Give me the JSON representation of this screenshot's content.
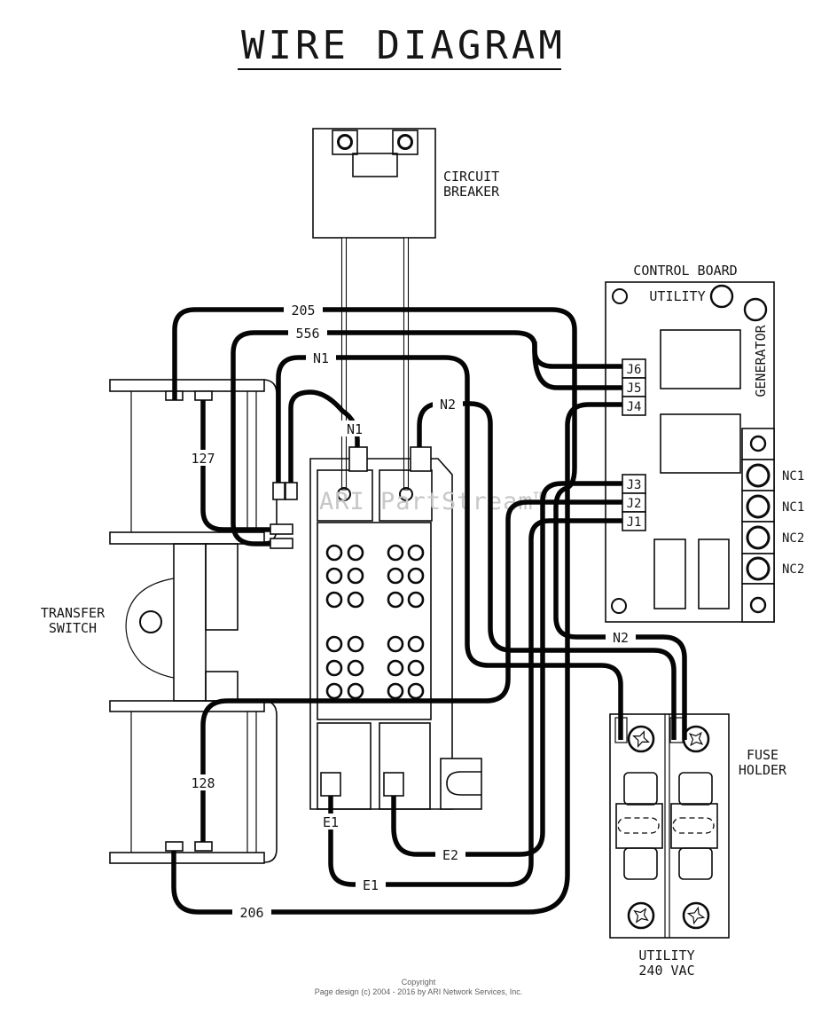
{
  "title": "WIRE DIAGRAM",
  "watermark": "ARI PartStream™",
  "components": {
    "circuit_breaker": {
      "label_line1": "CIRCUIT",
      "label_line2": "BREAKER"
    },
    "transfer_switch": {
      "label_line1": "TRANSFER",
      "label_line2": "SWITCH",
      "coil_upper": "127",
      "coil_lower": "128"
    },
    "control_board": {
      "label": "CONTROL BOARD",
      "utility_label": "UTILITY",
      "generator_label": "GENERATOR",
      "jacks_upper": [
        "J6",
        "J5",
        "J4"
      ],
      "jacks_lower": [
        "J3",
        "J2",
        "J1"
      ],
      "terminals": [
        "NC1",
        "NC1",
        "NC2",
        "NC2"
      ]
    },
    "fuse_holder": {
      "label_line1": "FUSE",
      "label_line2": "HOLDER",
      "source_line1": "UTILITY",
      "source_line2": "240 VAC"
    }
  },
  "wire_labels": {
    "w205": "205",
    "w556": "556",
    "n1_left": "N1",
    "n1_center": "N1",
    "n2_center": "N2",
    "n2_right": "N2",
    "e1_tab": "E1",
    "e2": "E2",
    "e1_bottom": "E1",
    "w206": "206"
  },
  "footer": {
    "line1": "Copyright",
    "line2": "Page design (c) 2004 - 2016 by ARI Network Services, Inc."
  },
  "colors": {
    "line": "#0b0b0b",
    "wire": "#050505",
    "watermark": "#c7c7c7",
    "background": "#ffffff"
  }
}
